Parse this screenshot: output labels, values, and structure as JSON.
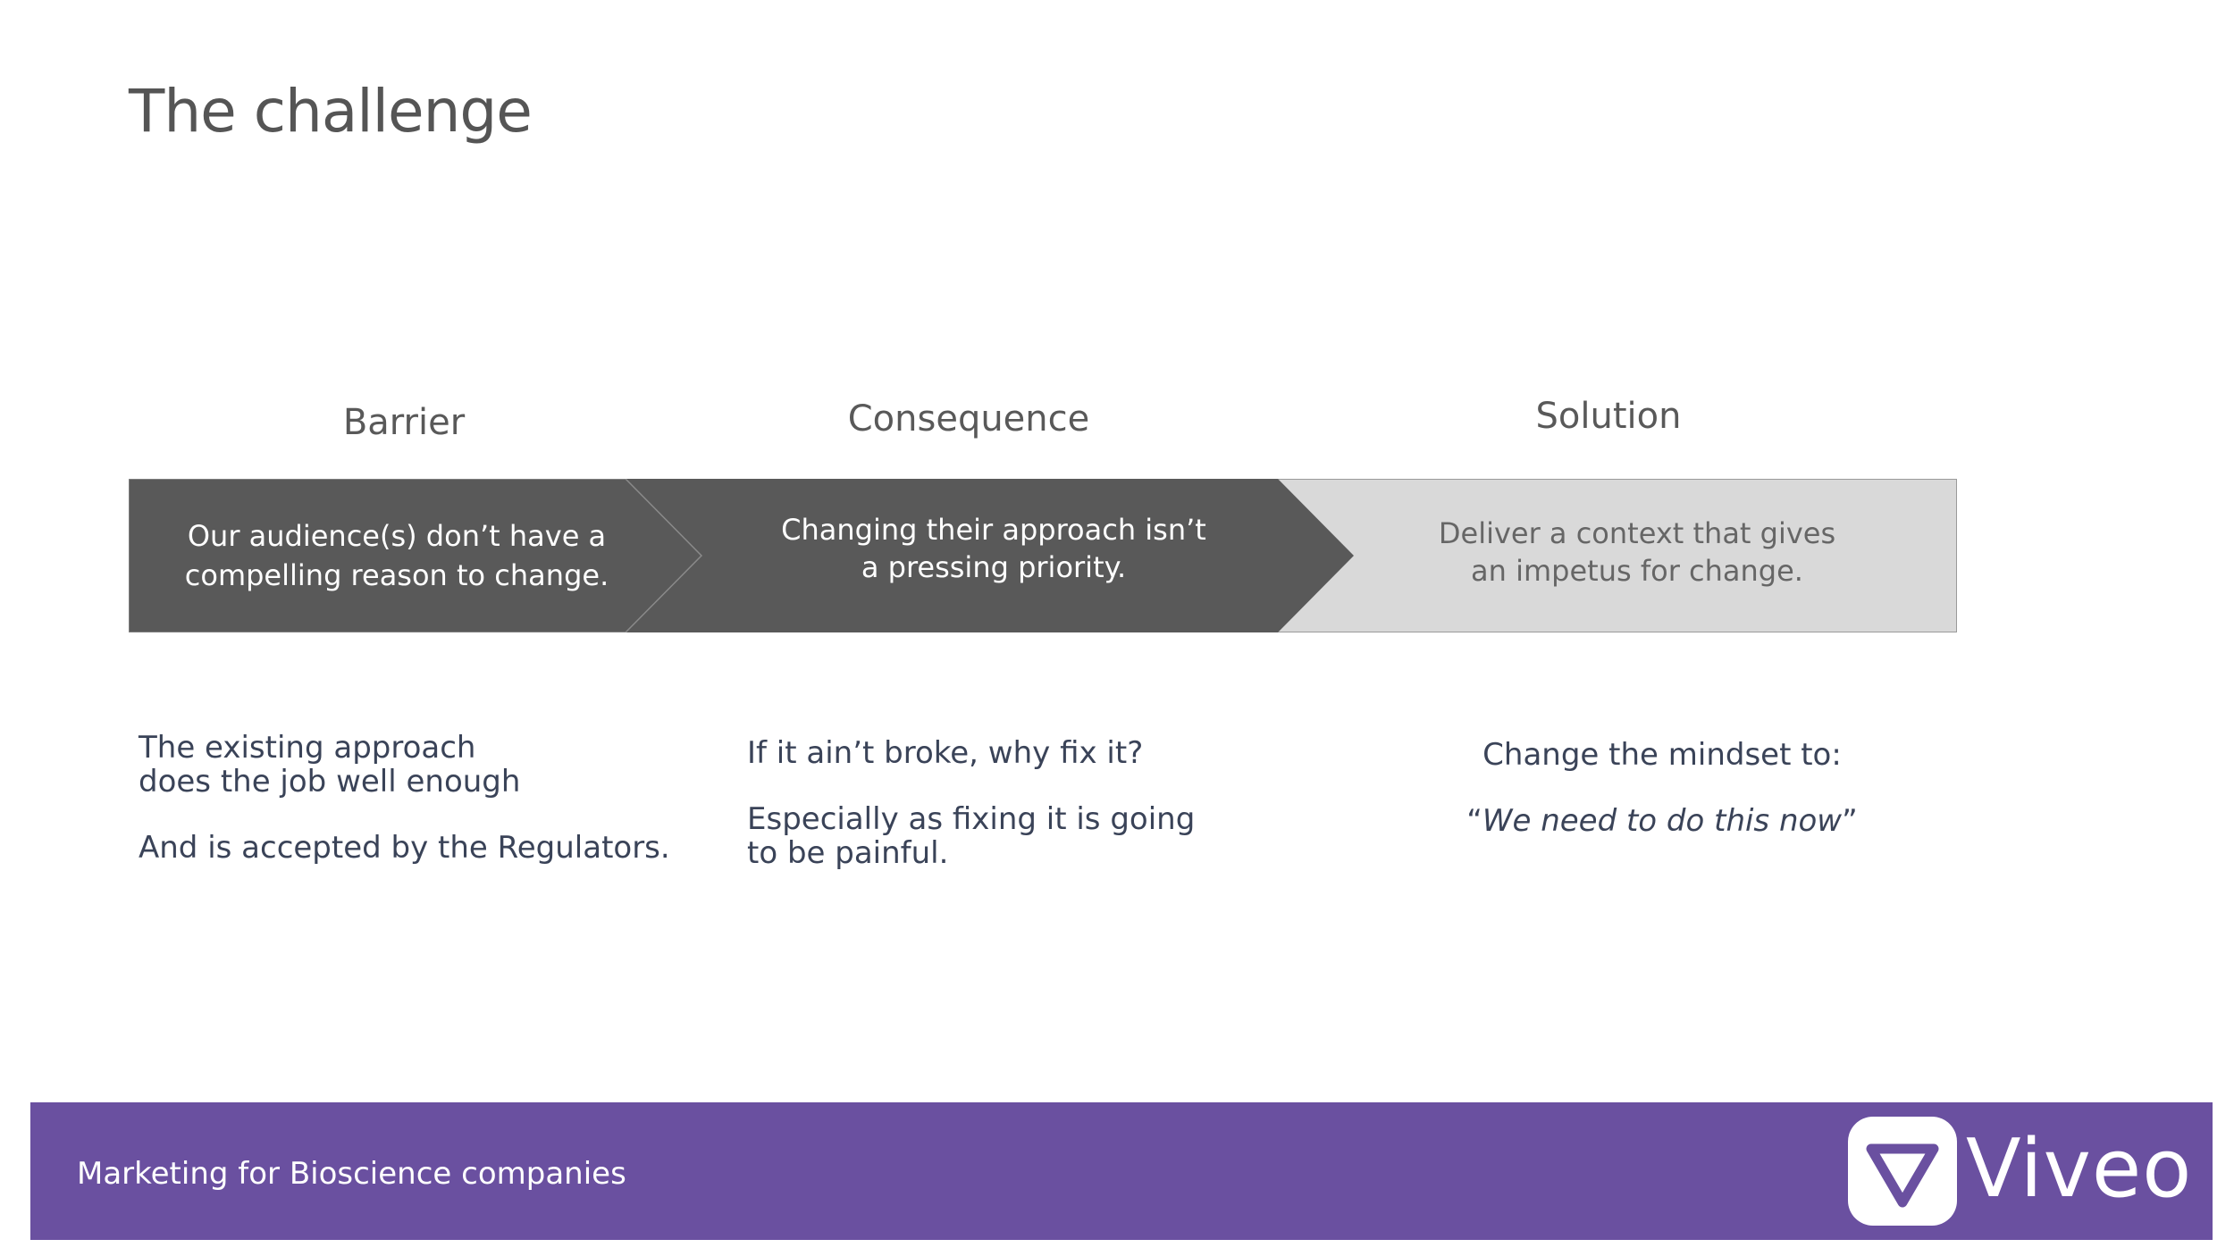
{
  "slide": {
    "title": "The challenge"
  },
  "stages": [
    {
      "label": "Barrier",
      "box_lines": [
        "Our audience(s) don’t have a",
        "compelling reason to change."
      ],
      "fill": "#595959"
    },
    {
      "label": "Consequence",
      "box_lines": [
        "Changing their approach isn’t",
        "a pressing priority."
      ],
      "fill": "#595959"
    },
    {
      "label": "Solution",
      "box_lines": [
        "Deliver a context that gives",
        "an impetus for change."
      ],
      "fill": "#d9d9d9"
    }
  ],
  "details": {
    "barrier": [
      "The existing approach",
      "does the job well enough",
      "And is accepted by the Regulators."
    ],
    "consequence": [
      "If it ain’t broke, why fix it?",
      "Especially as fixing it is going",
      "to be painful."
    ],
    "solution": {
      "intro": "Change the mindset to:",
      "open_quote": "“",
      "quote": "We need to do this now",
      "close_quote": "”"
    }
  },
  "footer": {
    "tagline": "Marketing for Bioscience companies",
    "logo_text": "Viveo",
    "logo_icon": "viveo-triangle-icon",
    "background": "#6a50a0"
  }
}
